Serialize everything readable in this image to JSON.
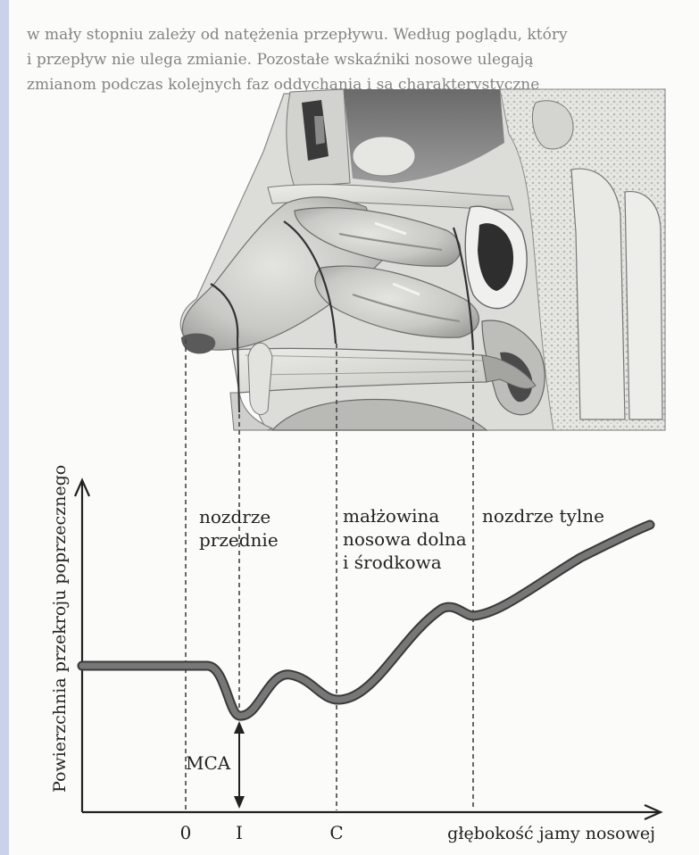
{
  "background_text": [
    "w mały stopniu zależy od natężenia przepływu. Według poglądu, który",
    "i przepływ nie ulega zmianie. Pozostałe wskaźniki nosowe ulegają",
    "zmianom podczas kolejnych faz oddychania i są charakterystyczne"
  ],
  "colors": {
    "curve": "#777777",
    "curve_outline": "#3a3a3a",
    "text": "#222222",
    "accent_band": "#c9d2ea"
  },
  "illustration": {
    "icon": "nasal-cavity-anatomy-illustration"
  },
  "region_labels": {
    "anterior_line1": "nozdrze",
    "anterior_line2": "przednie",
    "turbinate_line1": "małżowina",
    "turbinate_line2": "nosowa dolna",
    "turbinate_line3": "i środkowa",
    "posterior": "nozdrze tylne"
  },
  "chart_data": {
    "type": "line",
    "ylabel": "Powierzchnia przekroju poprzecznego",
    "xlabel": "głębokość jamy nosowej",
    "x_ticks": [
      "0",
      "I",
      "C"
    ],
    "annotation": "MCA"
  }
}
